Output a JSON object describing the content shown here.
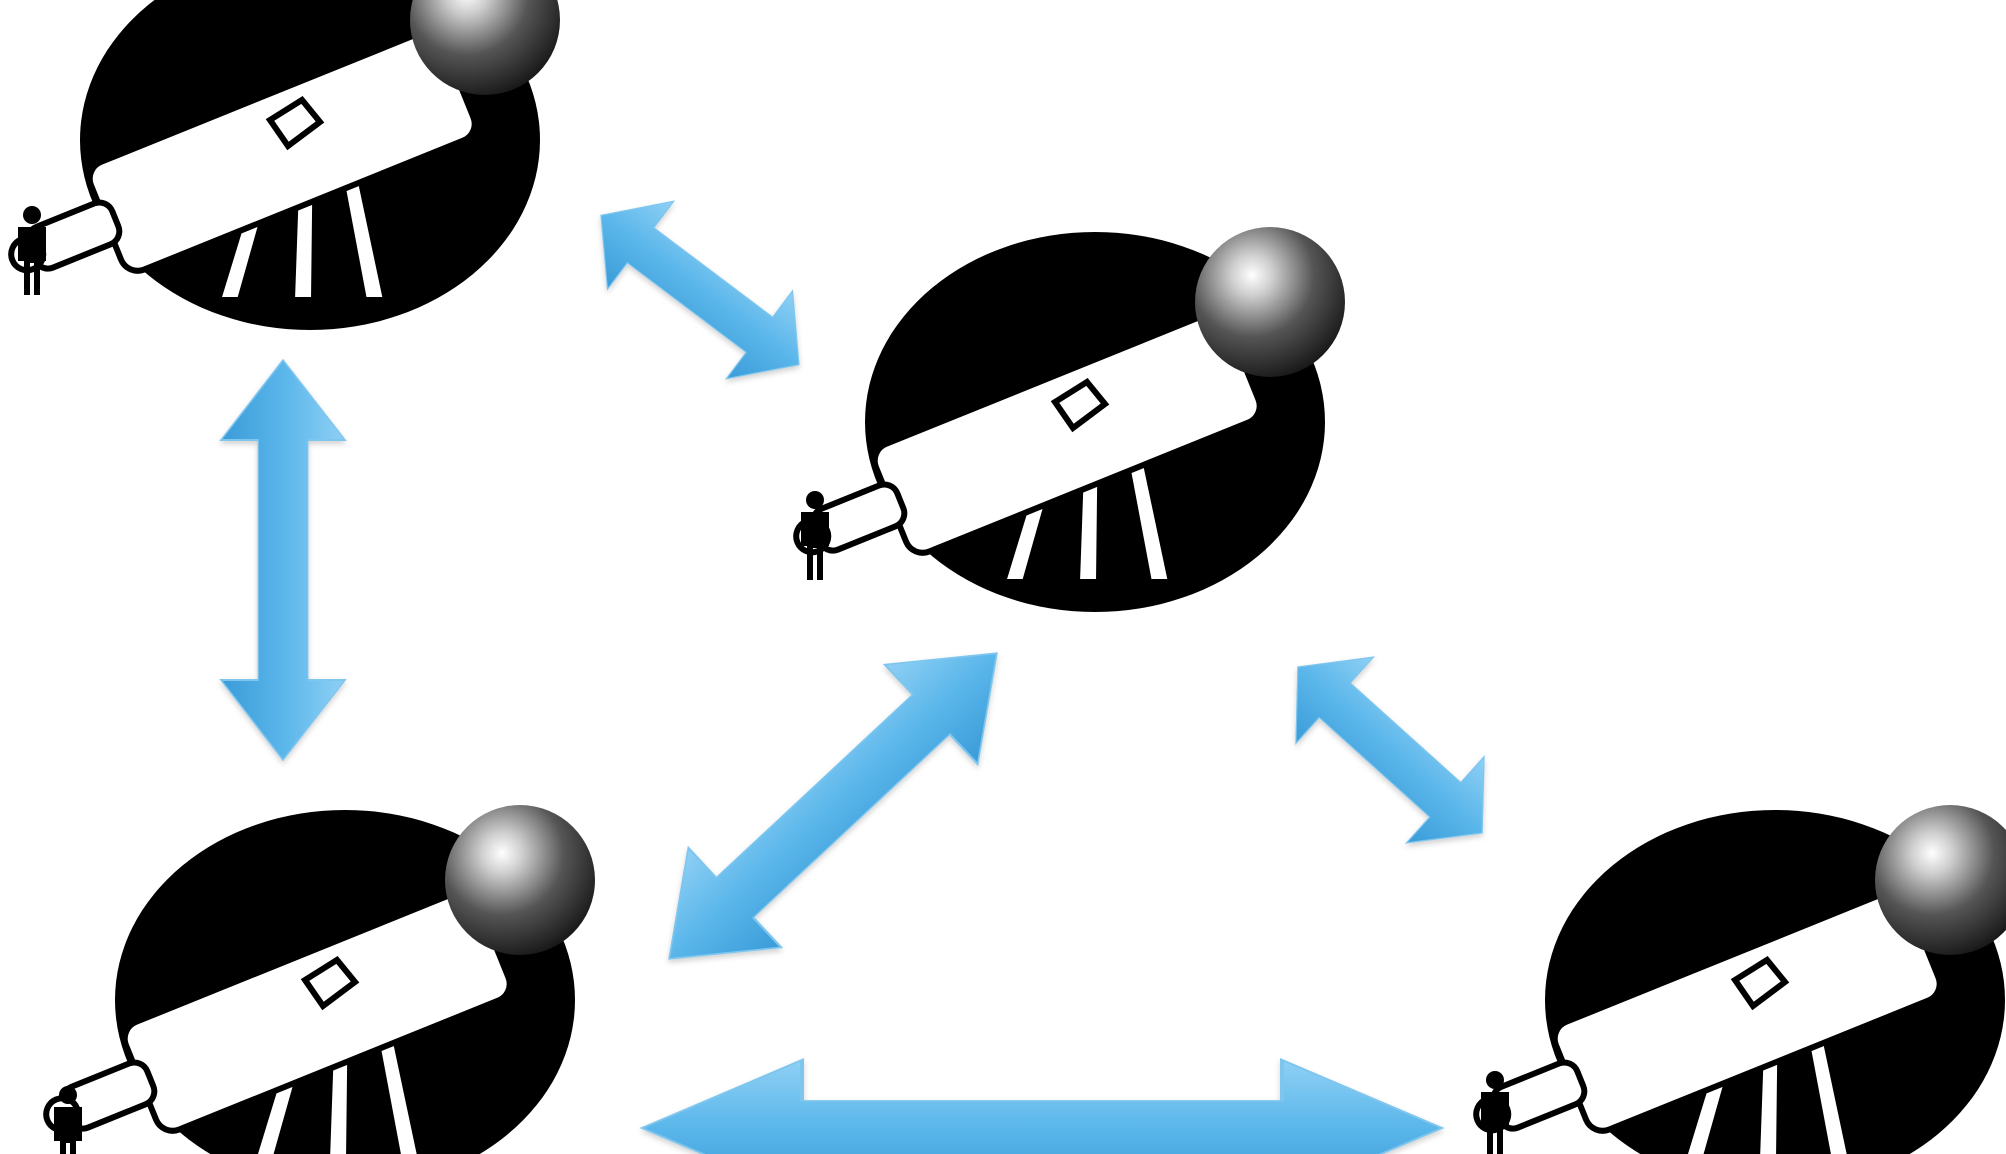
{
  "diagram": {
    "background": "#ffffff",
    "colors": {
      "arrow_light": "#8fd0f5",
      "arrow_mid": "#5ab6ea",
      "arrow_dark": "#3a9bd8",
      "disc": "#000000",
      "tube": "#ffffff",
      "lens_light": "#ffffff",
      "lens_dark": "#1a1a1a",
      "person": "#000000"
    },
    "nodes": [
      {
        "id": "telescope-top-left",
        "icon": "telescope-icon",
        "observer_icon": "person-icon"
      },
      {
        "id": "telescope-center",
        "icon": "telescope-icon",
        "observer_icon": "person-icon"
      },
      {
        "id": "telescope-bottom-left",
        "icon": "telescope-icon",
        "observer_icon": "person-icon"
      },
      {
        "id": "telescope-bottom-right",
        "icon": "telescope-icon",
        "observer_icon": "person-icon"
      }
    ],
    "connections": [
      {
        "from": "telescope-top-left",
        "to": "telescope-center",
        "type": "bidirectional",
        "icon": "double-arrow-icon"
      },
      {
        "from": "telescope-top-left",
        "to": "telescope-bottom-left",
        "type": "bidirectional",
        "icon": "double-arrow-icon"
      },
      {
        "from": "telescope-center",
        "to": "telescope-bottom-left",
        "type": "bidirectional",
        "icon": "double-arrow-icon"
      },
      {
        "from": "telescope-center",
        "to": "telescope-bottom-right",
        "type": "bidirectional",
        "icon": "double-arrow-icon"
      },
      {
        "from": "telescope-bottom-left",
        "to": "telescope-bottom-right",
        "type": "bidirectional",
        "icon": "double-arrow-icon"
      }
    ]
  }
}
